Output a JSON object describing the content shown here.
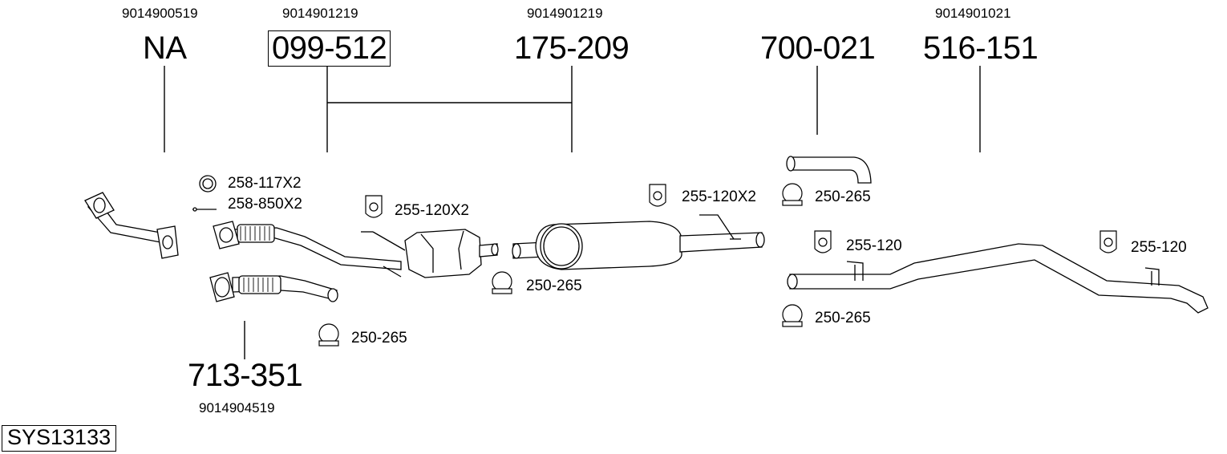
{
  "system_code": "SYS13133",
  "parts": [
    {
      "oe": "9014900519",
      "number": "NA"
    },
    {
      "oe": "9014901219",
      "number": "099-512"
    },
    {
      "oe": "9014901219",
      "number": "175-209"
    },
    {
      "oe": "",
      "number": "700-021"
    },
    {
      "oe": "9014901021",
      "number": "516-151"
    },
    {
      "oe": "9014904519",
      "number": "713-351"
    }
  ],
  "accessories": {
    "gasket": "258-117X2",
    "bolt": "258-850X2",
    "hanger_cat": "255-120X2",
    "hanger_mid": "255-120X2",
    "hanger_rear1": "255-120",
    "hanger_rear2": "255-120",
    "clamp_713": "250-265",
    "clamp_cat": "250-265",
    "clamp_700": "250-265",
    "clamp_rear": "250-265"
  }
}
